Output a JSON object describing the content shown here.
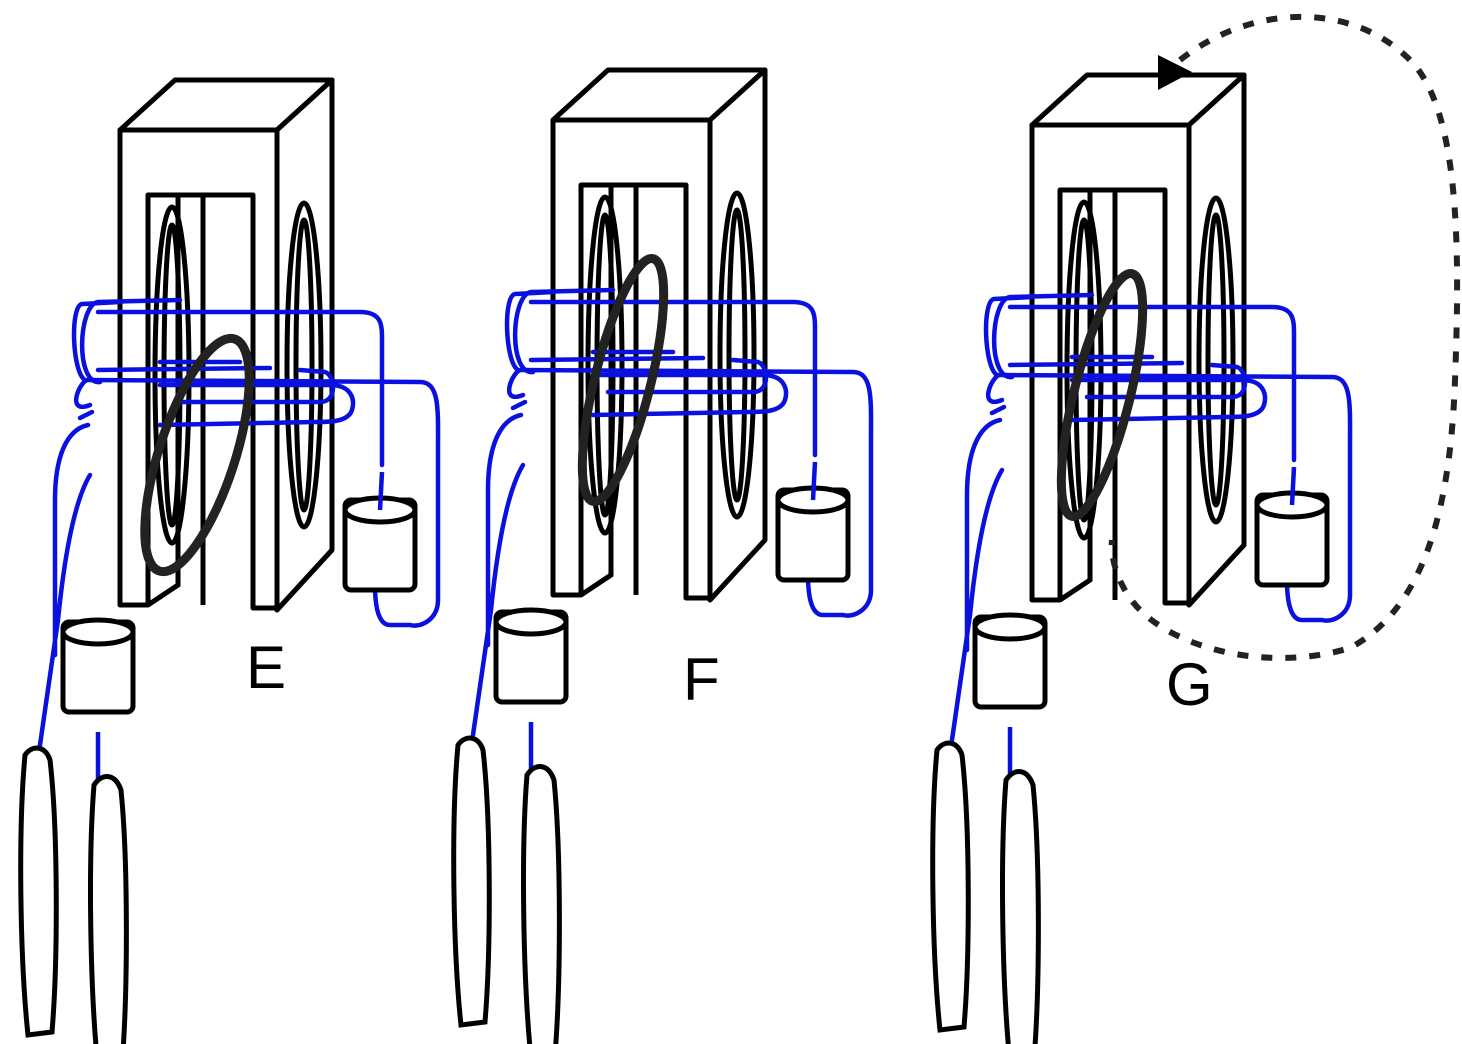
{
  "panels": [
    {
      "id": "E",
      "label": "E",
      "loop_position": "lower-tilted",
      "shows_flux_path": false
    },
    {
      "id": "F",
      "label": "F",
      "loop_position": "upper-tilted",
      "shows_flux_path": false
    },
    {
      "id": "G",
      "label": "G",
      "loop_position": "upper-tilted",
      "shows_flux_path": true
    }
  ],
  "colors": {
    "wire": "#0a10e0",
    "outline": "#000000",
    "loop": "#222222",
    "flux_path": "#222222",
    "background": "#ffffff"
  },
  "icons": {
    "flux_arrow": "arrowhead-right-icon"
  }
}
